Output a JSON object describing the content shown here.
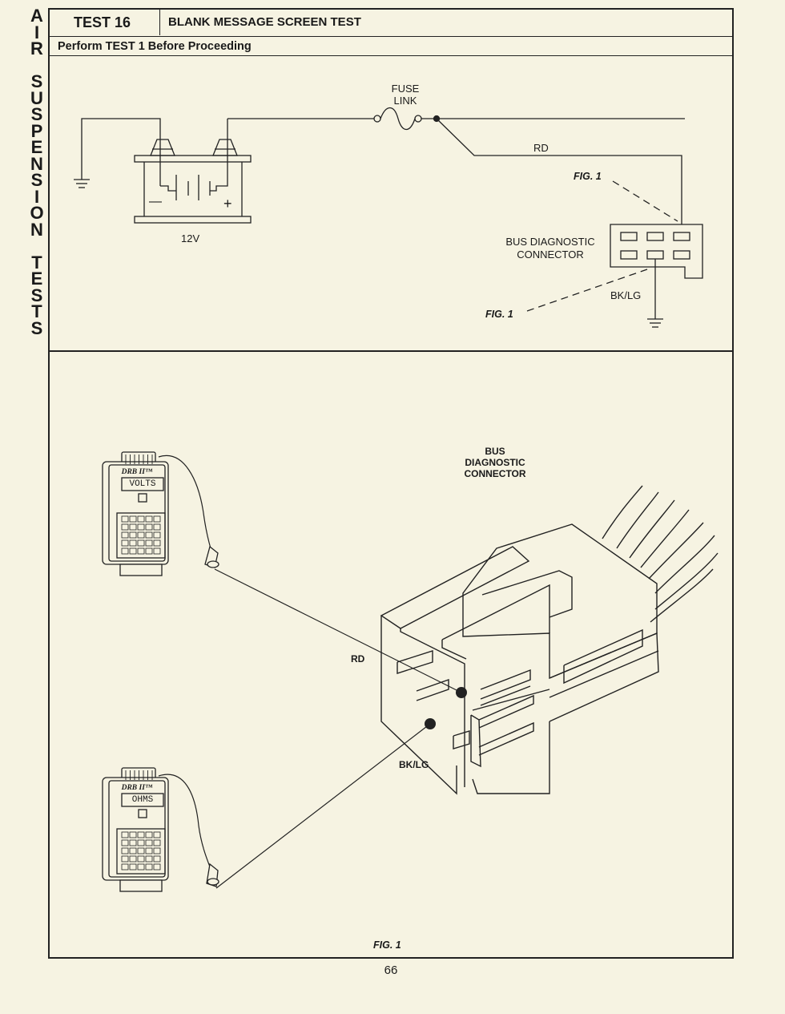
{
  "side_title": [
    "A",
    "I",
    "R",
    " ",
    "S",
    "U",
    "S",
    "P",
    "E",
    "N",
    "S",
    "I",
    "O",
    "N",
    " ",
    "T",
    "E",
    "S",
    "T",
    "S"
  ],
  "header": {
    "test_number": "TEST 16",
    "test_title": "BLANK MESSAGE SCREEN TEST",
    "prerequisite": "Perform TEST 1 Before Proceeding"
  },
  "schematic": {
    "fuse_link": "FUSE\nLINK",
    "battery_voltage": "12V",
    "battery_minus": "—",
    "battery_plus": "+",
    "wire_rd": "RD",
    "wire_bklg": "BK/LG",
    "connector_label": "BUS DIAGNOSTIC\nCONNECTOR",
    "fig_ref_top": "FIG. 1",
    "fig_ref_bottom": "FIG. 1"
  },
  "illustration": {
    "connector_label": "BUS\nDIAGNOSTIC\nCONNECTOR",
    "wire_rd": "RD",
    "wire_bklg": "BK/LG",
    "meter_top": {
      "brand": "DRB II™",
      "display": "VOLTS"
    },
    "meter_bottom": {
      "brand": "DRB II™",
      "display": "OHMS"
    },
    "figure_caption": "FIG. 1"
  },
  "page_number": "66"
}
